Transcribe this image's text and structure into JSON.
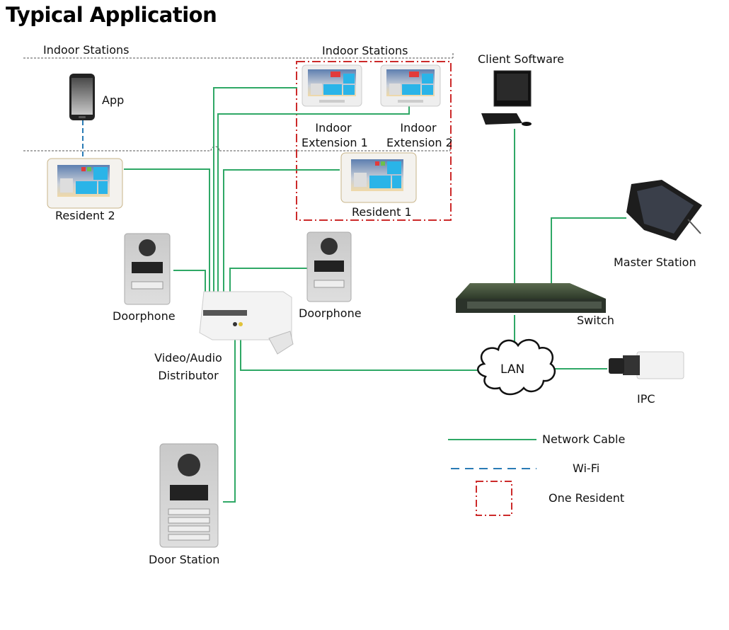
{
  "title": "Typical Application",
  "colors": {
    "network_cable": "#2fa866",
    "wifi": "#2a7bb5",
    "one_resident": "#cc2a2a",
    "zone_divider": "#555555"
  },
  "zones": {
    "left_label": "Indoor Stations",
    "right_label": "Indoor Stations"
  },
  "devices": {
    "app": "App",
    "resident_2": "Resident 2",
    "indoor_extension_1": [
      "Indoor",
      "Extension 1"
    ],
    "indoor_extension_2": [
      "Indoor",
      "Extension 2"
    ],
    "resident_1": "Resident 1",
    "doorphone_left": "Doorphone",
    "doorphone_right": "Doorphone",
    "distributor": [
      "Video/Audio",
      "Distributor"
    ],
    "door_station": "Door Station",
    "client_software": "Client Software",
    "master_station": "Master Station",
    "switch": "Switch",
    "lan": "LAN",
    "ipc": "IPC"
  },
  "legend": [
    {
      "label": "Network Cable",
      "style": "solid-green"
    },
    {
      "label": "Wi-Fi",
      "style": "dashed-blue"
    },
    {
      "label": "One Resident",
      "style": "dashdot-red-box"
    }
  ]
}
